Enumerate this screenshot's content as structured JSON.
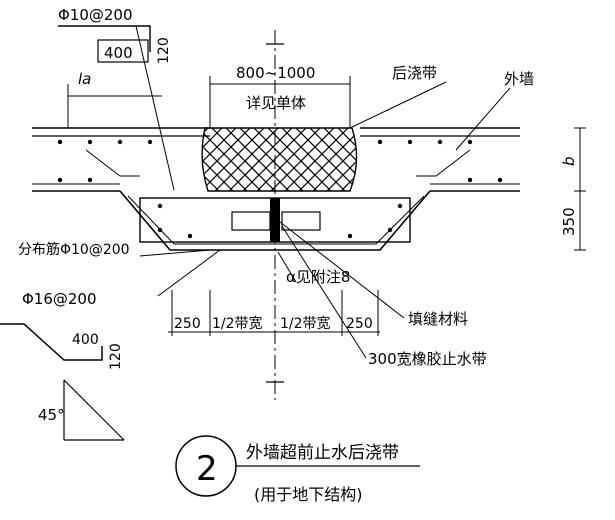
{
  "drawing": {
    "rebar_top": "Φ10@200",
    "hook_400": "400",
    "hook_120": "120",
    "lap_la": "la",
    "width_range": "800~1000",
    "see_detail": "详见单体",
    "post_pour_strip": "后浇带",
    "exterior_wall": "外墙",
    "dim_b": "b",
    "dim_350": "350",
    "distribution_bar": "分布筋Φ10@200",
    "main_bar": "Φ16@200",
    "alpha_note": "α见附注8",
    "filler": "填缝材料",
    "dim_250_left": "250",
    "half_strip_left": "1/2带宽",
    "half_strip_right": "1/2带宽",
    "dim_250_right": "250",
    "waterstop": "300宽橡胶止水带",
    "hook2_400": "400",
    "hook2_120": "120",
    "angle_45": "45°",
    "detail_number": "2",
    "title": "外墙超前止水后浇带",
    "subtitle": "(用于地下结构)"
  }
}
